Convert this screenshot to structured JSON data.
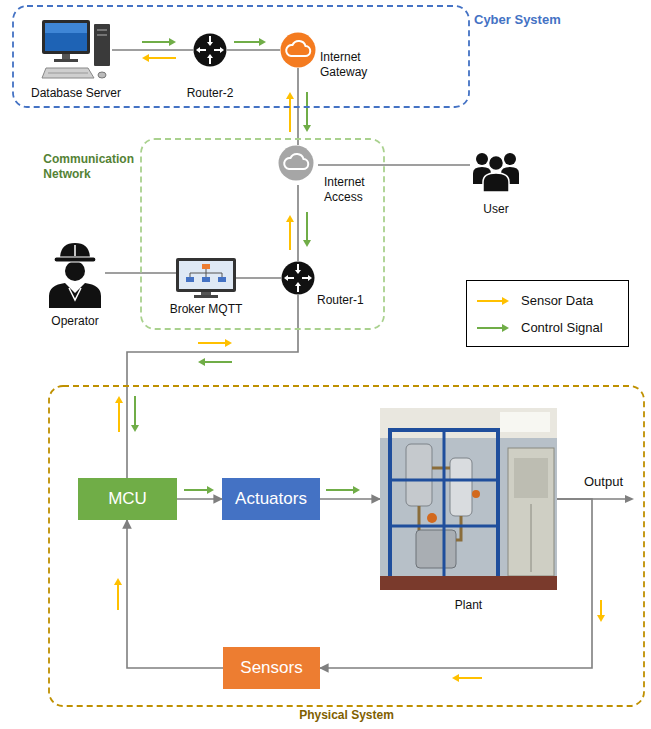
{
  "diagram": {
    "nodes": [
      {
        "text": [
          "Cyber System"
        ]
      },
      {
        "text": [
          "Database Server"
        ],
        "in": 0
      },
      {
        "text": [
          "Router-2"
        ],
        "in": 0
      },
      {
        "text": [
          "Internet Gateway"
        ],
        "in": 0
      },
      {
        "text": [
          "Communication Network"
        ]
      },
      {
        "text": [
          "Internet Access"
        ],
        "in": 4
      },
      {
        "text": [
          "User"
        ]
      },
      {
        "text": [
          "Operator"
        ]
      },
      {
        "text": [
          "Broker MQTT"
        ],
        "in": 4
      },
      {
        "text": [
          "Router-1"
        ],
        "in": 4
      },
      {
        "text": [
          "Physical System"
        ]
      },
      {
        "text": [
          "MCU"
        ],
        "in": 10
      },
      {
        "text": [
          "Actuators"
        ],
        "in": 10
      },
      {
        "text": [
          "Plant"
        ],
        "in": 10
      },
      {
        "text": [
          "Sensors"
        ],
        "in": 10
      }
    ],
    "edges": [
      {
        "from": 1,
        "to": 2,
        "arrow": "none"
      },
      {
        "from": 2,
        "to": 3,
        "arrow": "none"
      },
      {
        "from": 3,
        "to": 5,
        "arrow": "none"
      },
      {
        "from": 5,
        "to": 6,
        "arrow": "none"
      },
      {
        "from": 5,
        "to": 9,
        "arrow": "none"
      },
      {
        "from": 7,
        "to": 8,
        "arrow": "none"
      },
      {
        "from": 8,
        "to": 9,
        "arrow": "none"
      },
      {
        "from": 9,
        "to": 11,
        "arrow": "none"
      },
      {
        "from": 11,
        "to": 12,
        "arrow": "to"
      },
      {
        "from": 12,
        "to": 13,
        "arrow": "to"
      },
      {
        "from": 13,
        "to": 14,
        "arrow": "to"
      },
      {
        "from": 14,
        "to": 11,
        "arrow": "to"
      }
    ],
    "labels": [
      "Output"
    ],
    "legend": [
      {
        "text": "Sensor Data"
      },
      {
        "text": "Control Signal"
      }
    ]
  }
}
